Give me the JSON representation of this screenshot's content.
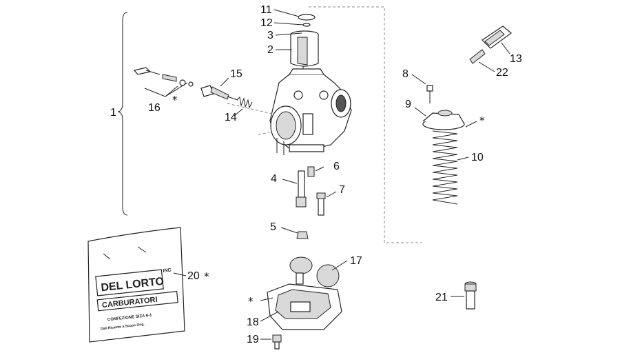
{
  "labels": {
    "l1": "1",
    "l2": "2",
    "l3": "3",
    "l4": "4",
    "l5": "5",
    "l6": "6",
    "l7": "7",
    "l8": "8",
    "l9": "9",
    "l10": "10",
    "l11": "11",
    "l12": "12",
    "l13": "13",
    "l14": "14",
    "l15": "15",
    "l16": "16",
    "l17": "17",
    "l18": "18",
    "l19": "19",
    "l20": "20",
    "l21": "21",
    "l22": "22"
  },
  "asterisk": "*",
  "bag": {
    "brand": "DEL LORTO",
    "badge": "INC",
    "product": "CARBURATORI",
    "line1": "CONFEZIONE    SIZA 6-1",
    "line2": "Dati Ricambi a Scopo Orig."
  }
}
